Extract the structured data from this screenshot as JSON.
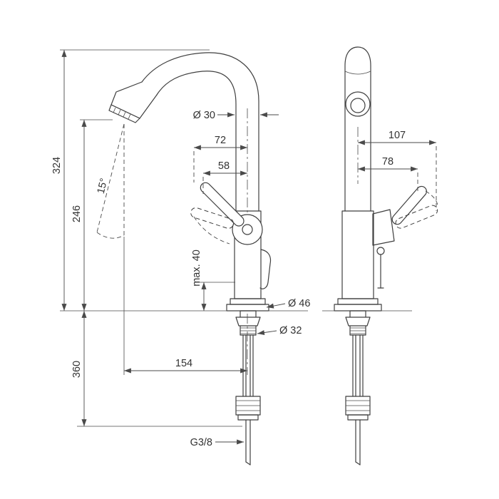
{
  "dimensions": {
    "total_height": "324",
    "spout_height": "246",
    "below_counter_depth": "360",
    "spout_angle": "15°",
    "pipe_diameter": "Ø 30",
    "handle_reach": "72",
    "handle_offset": "58",
    "max_mounting_thickness": "max. 40",
    "base_diameter": "Ø 46",
    "hole_diameter": "Ø 32",
    "spout_reach": "154",
    "supply_thread": "G3/8",
    "side_handle_reach": "107",
    "side_handle_offset": "78"
  },
  "colors": {
    "line": "#3f3f3f",
    "text": "#333333",
    "background": "#ffffff"
  }
}
